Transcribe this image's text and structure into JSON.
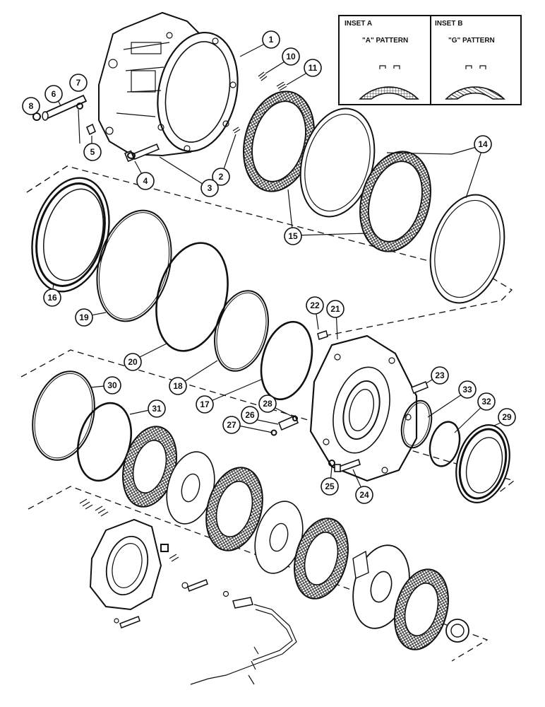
{
  "insets": [
    {
      "title": "INSET A",
      "pattern_label": "\"A\" PATTERN"
    },
    {
      "title": "INSET B",
      "pattern_label": "\"G\" PATTERN"
    }
  ],
  "callouts": [
    "1",
    "2",
    "3",
    "4",
    "5",
    "6",
    "7",
    "8",
    "10",
    "11",
    "14",
    "15",
    "16",
    "17",
    "18",
    "19",
    "20",
    "21",
    "22",
    "23",
    "24",
    "25",
    "26",
    "27",
    "28",
    "29",
    "30",
    "31",
    "32",
    "33"
  ]
}
